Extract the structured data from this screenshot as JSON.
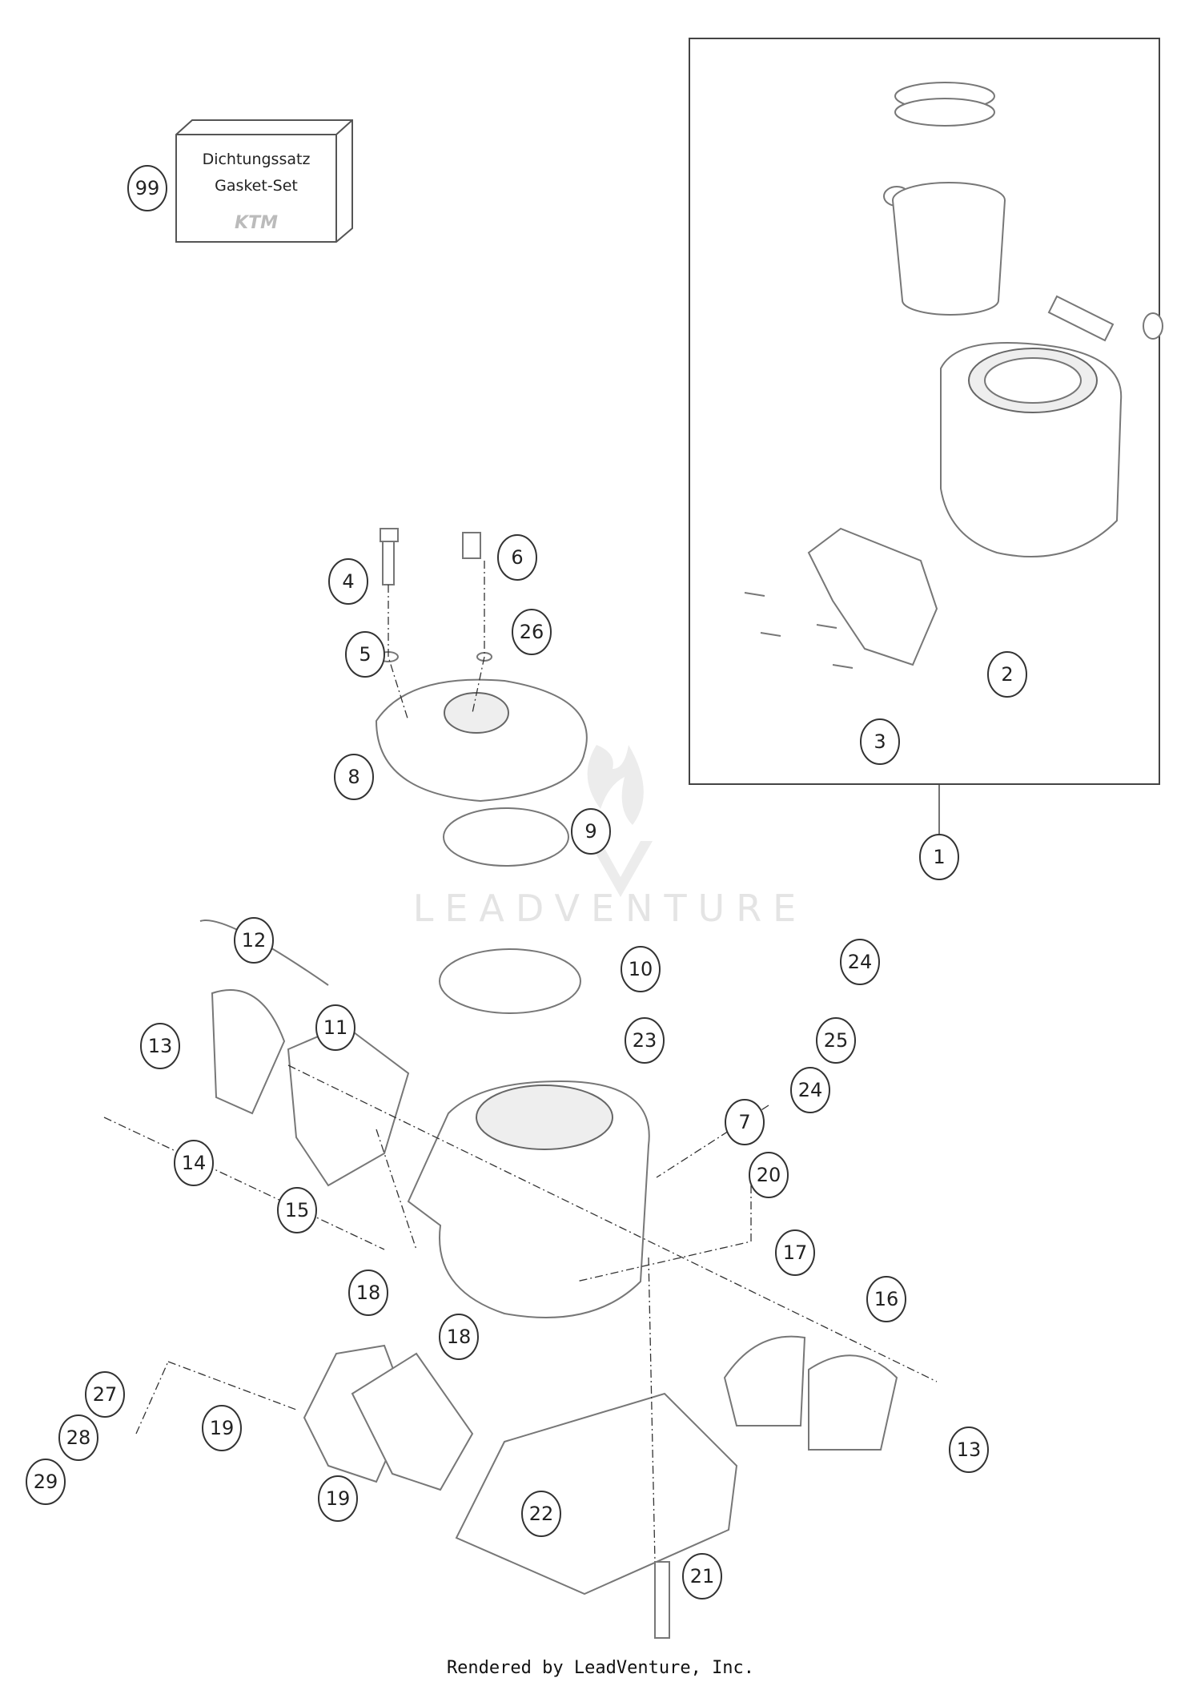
{
  "diagram": {
    "kit_box": {
      "line1": "Dichtungssatz",
      "line2": "Gasket-Set",
      "logo": "KTM"
    },
    "watermark": "LEADVENTURE",
    "callouts": [
      "99",
      "1",
      "2",
      "3",
      "4",
      "5",
      "6",
      "26",
      "8",
      "9",
      "10",
      "12",
      "11",
      "13",
      "14",
      "15",
      "23",
      "24",
      "25",
      "24",
      "7",
      "20",
      "17",
      "16",
      "18",
      "18",
      "27",
      "28",
      "29",
      "19",
      "19",
      "22",
      "13",
      "21"
    ]
  },
  "footer": "Rendered by LeadVenture, Inc."
}
